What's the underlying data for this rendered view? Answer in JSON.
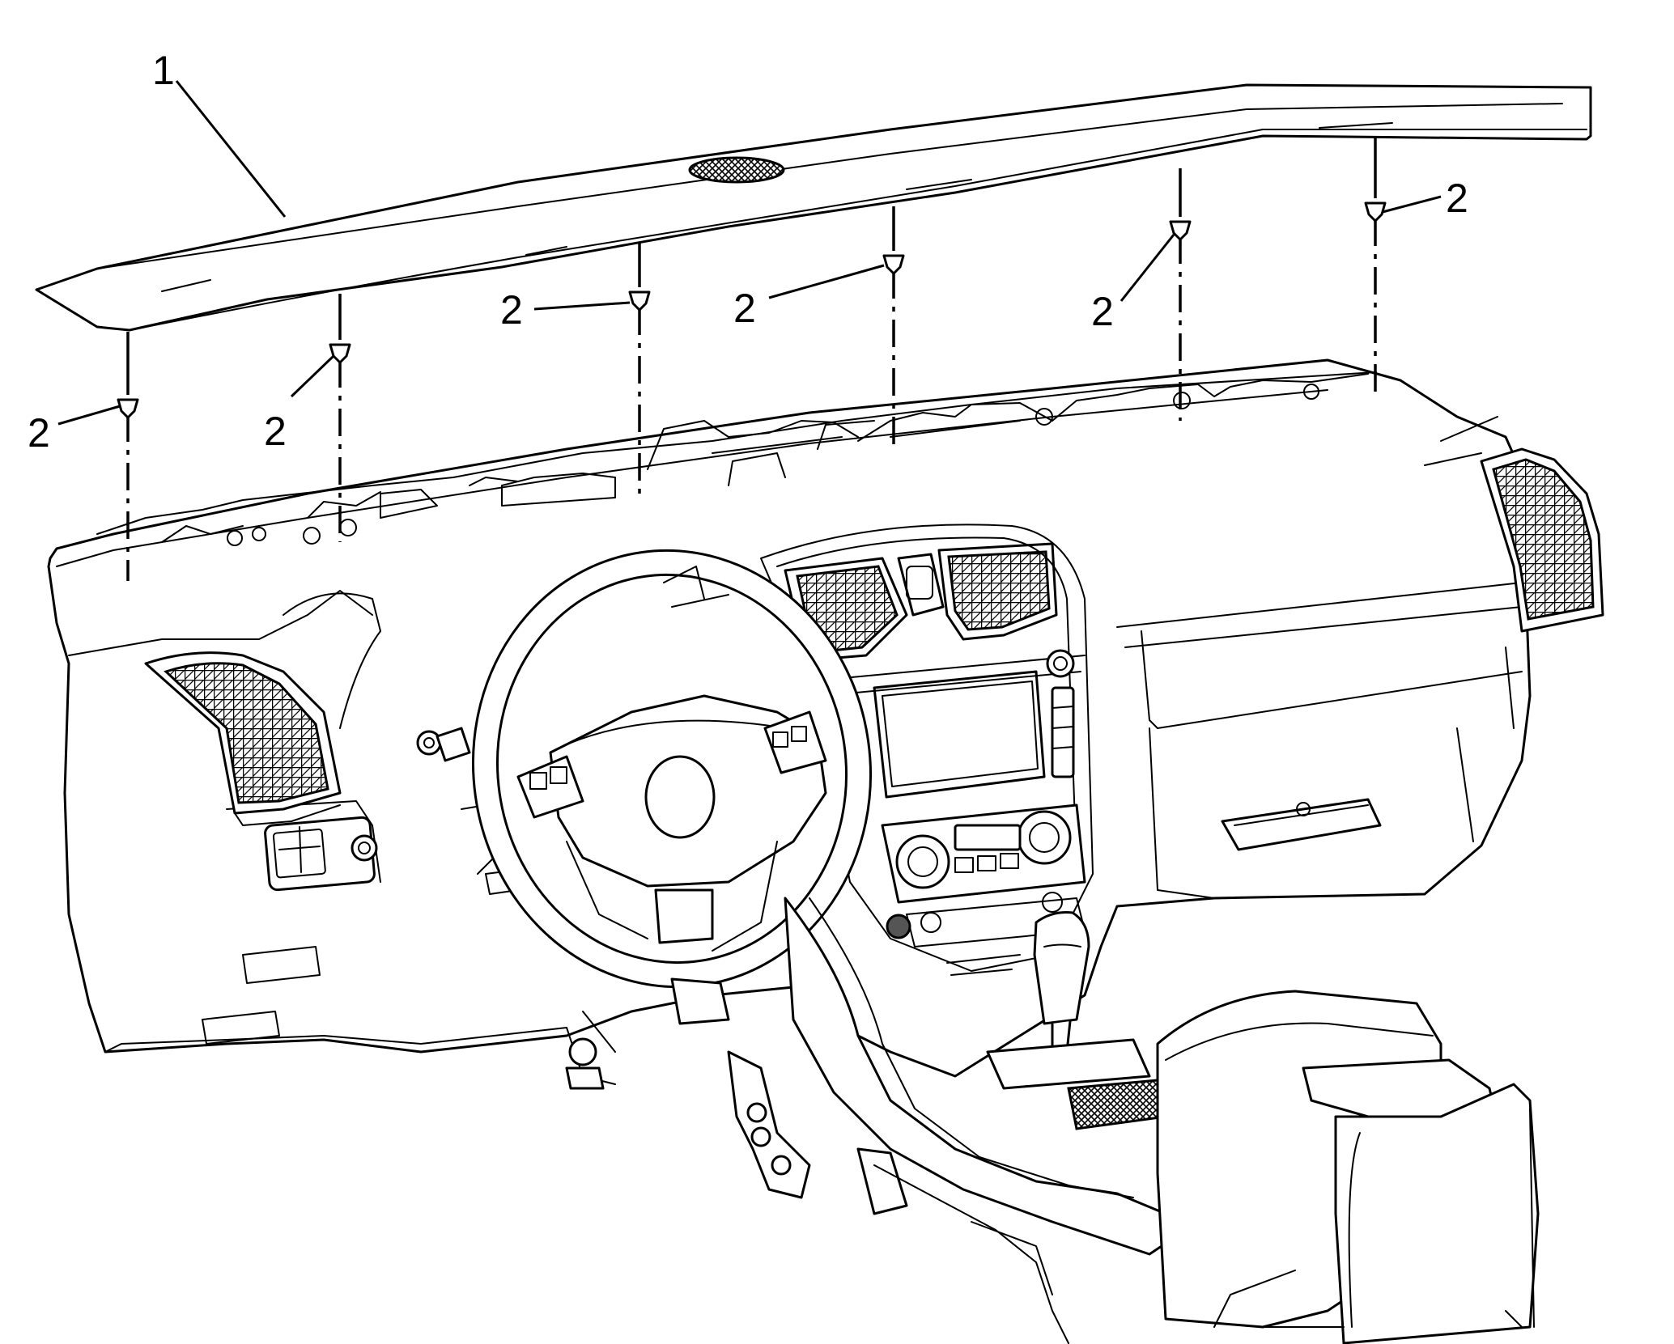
{
  "callouts": [
    {
      "id": "upper-trim-panel",
      "text": "1"
    },
    {
      "id": "clip-1",
      "text": "2"
    },
    {
      "id": "clip-2",
      "text": "2"
    },
    {
      "id": "clip-3",
      "text": "2"
    },
    {
      "id": "clip-4",
      "text": "2"
    },
    {
      "id": "clip-5",
      "text": "2"
    },
    {
      "id": "clip-6",
      "text": "2"
    }
  ]
}
